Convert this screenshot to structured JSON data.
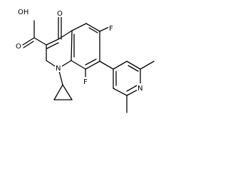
{
  "atoms": {
    "carboxyl_oh": "OH",
    "carboxyl_o": "O",
    "ketone_o": "O",
    "ring_n": "N",
    "fluoro_top": "F",
    "fluoro_bottom": "F",
    "pyridine_n": "N"
  }
}
